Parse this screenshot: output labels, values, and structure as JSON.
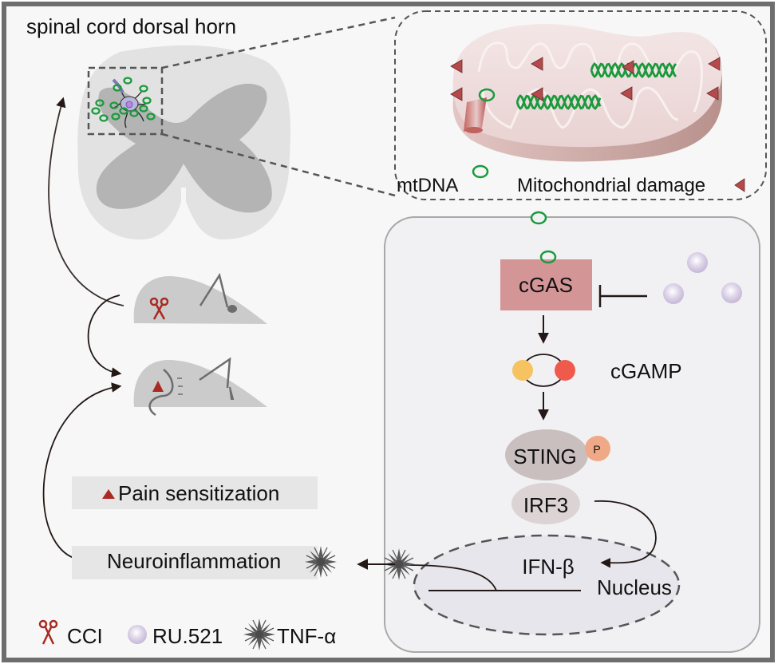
{
  "title": "spinal cord dorsal horn",
  "mitochondria_panel": {
    "mtdna_label": "mtDNA",
    "damage_label": "Mitochondrial damage"
  },
  "pathway": {
    "cgas_label": "cGAS",
    "cgamp_label": "cGAMP",
    "sting_label": "STING",
    "phospho_label": "P",
    "irf3_label": "IRF3",
    "ifn_label": "IFN-β",
    "nucleus_label": "Nucleus"
  },
  "outcomes": {
    "pain_label": "Pain sensitization",
    "neuroinflammation_label": "Neuroinflammation"
  },
  "legend": {
    "cci_label": "CCI",
    "ru521_label": "RU.521",
    "tnf_label": "TNF-α"
  },
  "colors": {
    "background": "#f7f7f7",
    "frame_border": "#6e6e6e",
    "cell_fill": "#f1f1f4",
    "cgas_fill": "#d49596",
    "mtdna_green": "#1a9a3c",
    "damage_red": "#b5494b",
    "cgamp_yellow": "#f7c260",
    "cgamp_red": "#ef5a4c",
    "sting_fill": "#c9bfbf",
    "irf3_fill": "#dcd4d4",
    "phospho_fill": "#f0a987",
    "inhibitor_purple": "#d6cde3",
    "scissors_red": "#a82a22",
    "mouse_gray": "#cbcbcb",
    "label_box": "#e6e6e6"
  }
}
